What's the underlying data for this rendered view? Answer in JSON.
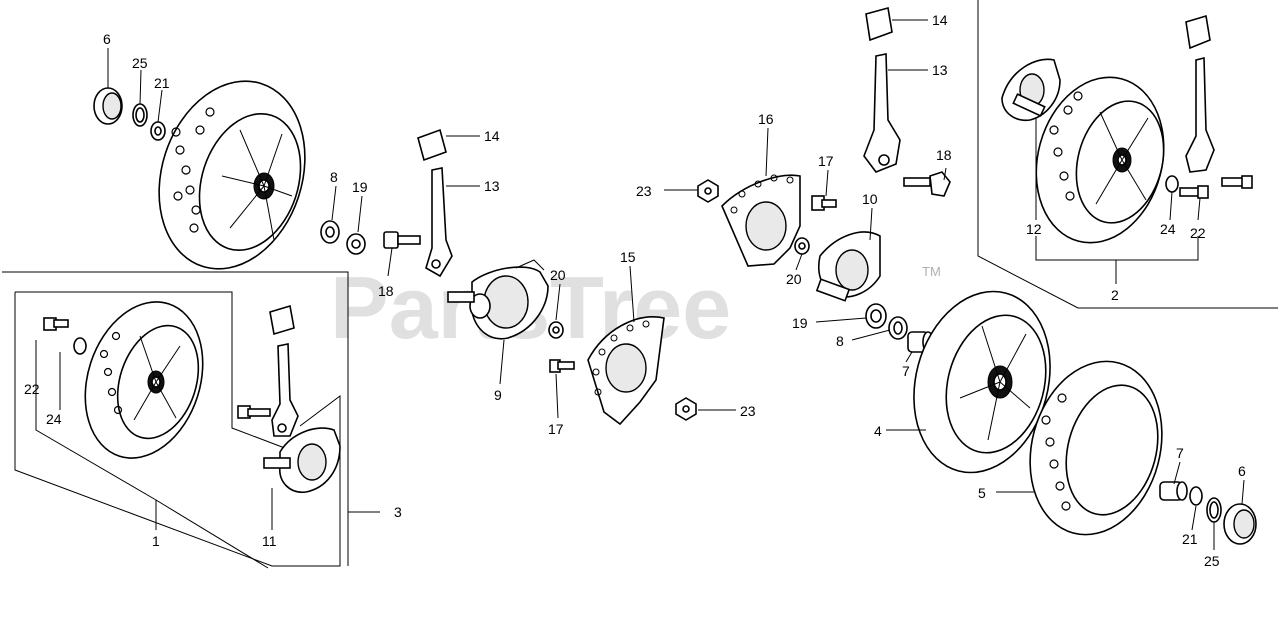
{
  "watermark": {
    "text": "PartsTree",
    "trademark": "TM"
  },
  "callouts": [
    {
      "id": "c1",
      "label": "6"
    },
    {
      "id": "c2",
      "label": "25"
    },
    {
      "id": "c3",
      "label": "21"
    },
    {
      "id": "c4",
      "label": "14"
    },
    {
      "id": "c5",
      "label": "13"
    },
    {
      "id": "c6",
      "label": "8"
    },
    {
      "id": "c7",
      "label": "19"
    },
    {
      "id": "c8",
      "label": "18"
    },
    {
      "id": "c9",
      "label": "16"
    },
    {
      "id": "c10",
      "label": "23"
    },
    {
      "id": "c11",
      "label": "17"
    },
    {
      "id": "c12",
      "label": "20"
    },
    {
      "id": "c13",
      "label": "10"
    },
    {
      "id": "c14",
      "label": "14"
    },
    {
      "id": "c15",
      "label": "13"
    },
    {
      "id": "c16",
      "label": "18"
    },
    {
      "id": "c17",
      "label": "12"
    },
    {
      "id": "c18",
      "label": "24"
    },
    {
      "id": "c19",
      "label": "22"
    },
    {
      "id": "c20",
      "label": "2"
    },
    {
      "id": "c21",
      "label": "20"
    },
    {
      "id": "c22",
      "label": "15"
    },
    {
      "id": "c23",
      "label": "9"
    },
    {
      "id": "c24",
      "label": "17"
    },
    {
      "id": "c25",
      "label": "23"
    },
    {
      "id": "c26",
      "label": "19"
    },
    {
      "id": "c27",
      "label": "8"
    },
    {
      "id": "c28",
      "label": "7"
    },
    {
      "id": "c29",
      "label": "4"
    },
    {
      "id": "c30",
      "label": "5"
    },
    {
      "id": "c31",
      "label": "7"
    },
    {
      "id": "c32",
      "label": "6"
    },
    {
      "id": "c33",
      "label": "21"
    },
    {
      "id": "c34",
      "label": "25"
    },
    {
      "id": "c35",
      "label": "22"
    },
    {
      "id": "c36",
      "label": "24"
    },
    {
      "id": "c37",
      "label": "1"
    },
    {
      "id": "c38",
      "label": "11"
    },
    {
      "id": "c39",
      "label": "3"
    }
  ]
}
